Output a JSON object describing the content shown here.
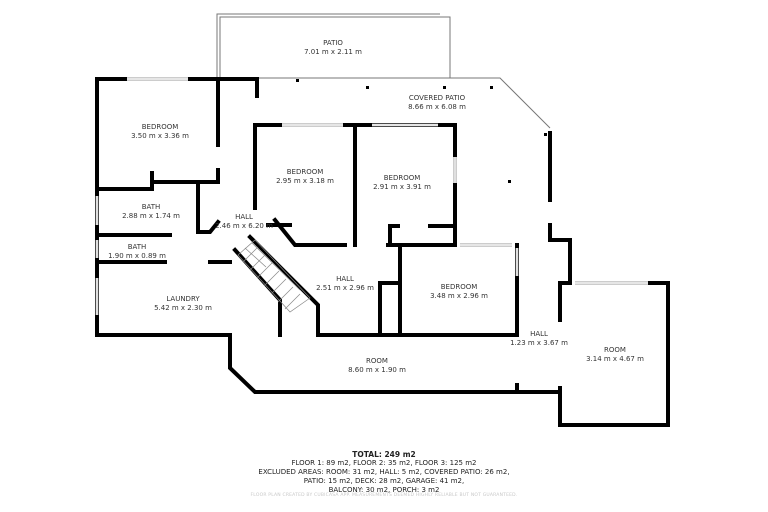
{
  "rooms": [
    {
      "name": "PATIO",
      "size": "7.01 m x 2.11 m"
    },
    {
      "name": "COVERED PATIO",
      "size": "8.66 m x 6.08 m"
    },
    {
      "name": "BEDROOM",
      "size": "3.50 m x 3.36 m"
    },
    {
      "name": "BEDROOM",
      "size": "2.95 m x 3.18 m"
    },
    {
      "name": "BEDROOM",
      "size": "2.91 m x 3.91 m"
    },
    {
      "name": "BATH",
      "size": "2.88 m x 1.74 m"
    },
    {
      "name": "HALL",
      "size": "2.46 m x 6.20 m"
    },
    {
      "name": "BATH",
      "size": "1.90 m x 0.89 m"
    },
    {
      "name": "HALL",
      "size": "2.51 m x 2.96 m"
    },
    {
      "name": "BEDROOM",
      "size": "3.48 m x 2.96 m"
    },
    {
      "name": "LAUNDRY",
      "size": "5.42 m x 2.30 m"
    },
    {
      "name": "HALL",
      "size": "1.23 m x 3.67 m"
    },
    {
      "name": "ROOM",
      "size": "3.14 m x 4.67 m"
    },
    {
      "name": "ROOM",
      "size": "8.60 m x 1.90 m"
    }
  ],
  "summary": {
    "total": "TOTAL: 249 m2",
    "floors": "FLOOR 1: 89 m2, FLOOR 2: 35 m2, FLOOR 3: 125 m2",
    "excluded_1": "EXCLUDED AREAS: ROOM: 31 m2, HALL: 5 m2, COVERED PATIO: 26 m2,",
    "excluded_2": "PATIO: 15 m2, DECK: 28 m2, GARAGE: 41 m2,",
    "excluded_3": "BALCONY: 30 m2, PORCH: 3 m2"
  },
  "credit": "FLOOR PLAN CREATED BY CUBICASA APP. MEASUREMENTS DEEMED HIGHLY RELIABLE BUT NOT GUARANTEED.",
  "colors": {
    "wall": "#000000",
    "background": "#ffffff",
    "label": "#333333"
  }
}
